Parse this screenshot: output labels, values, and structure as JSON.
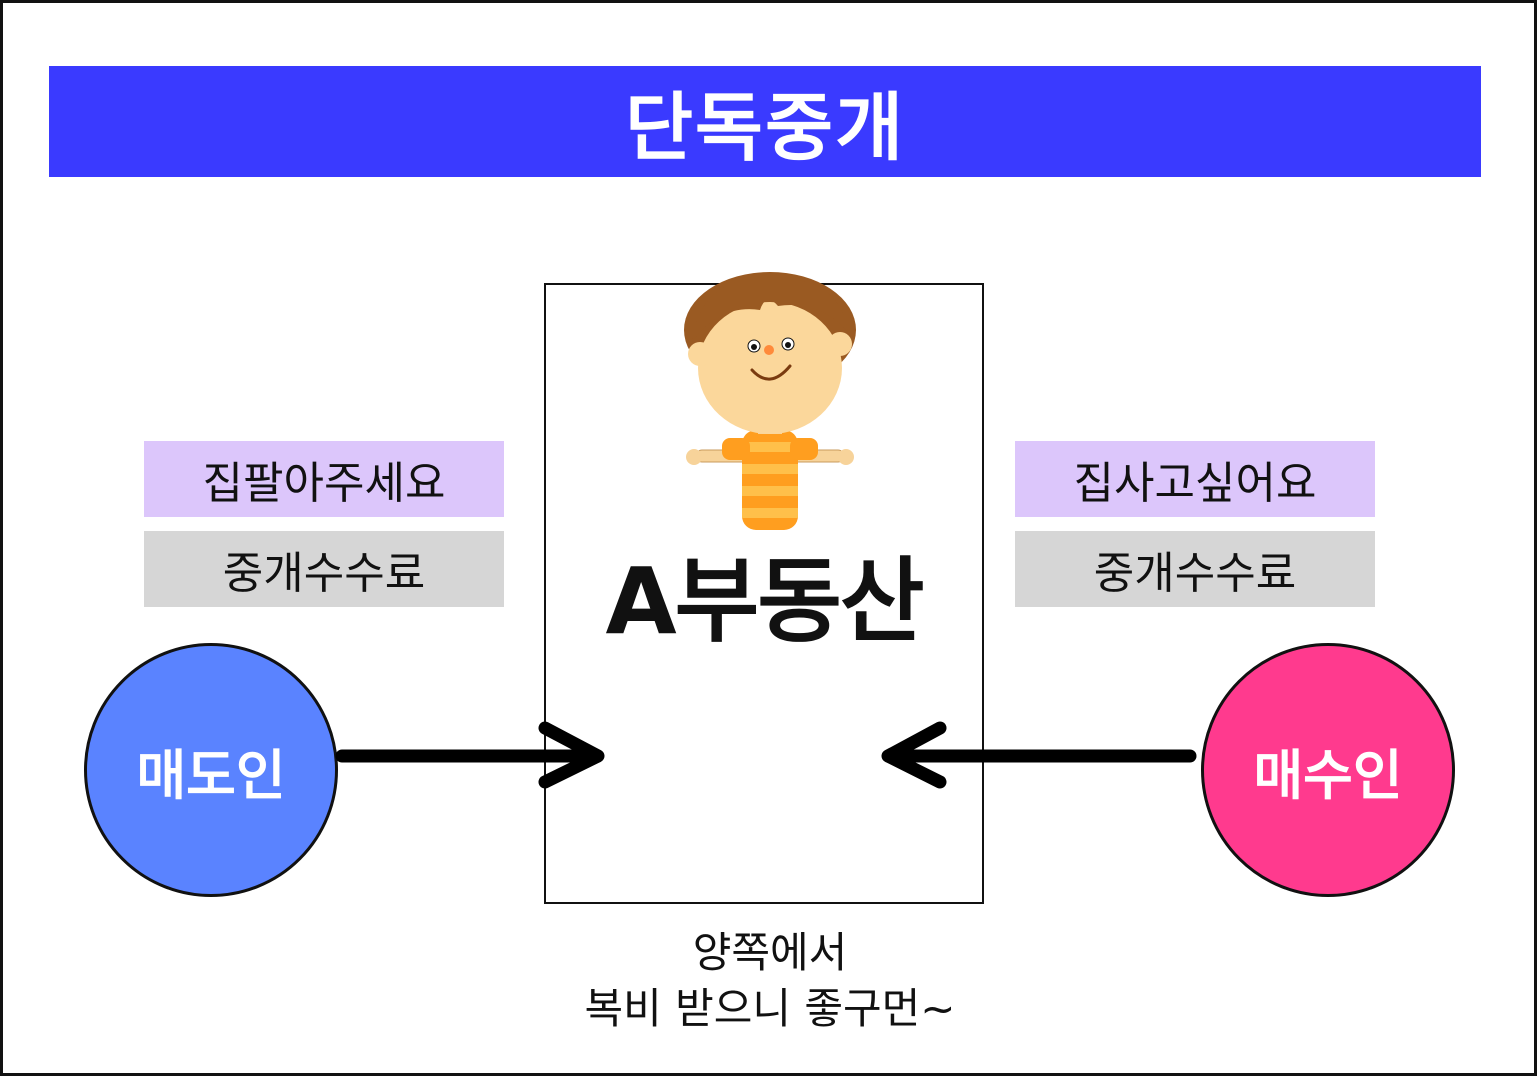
{
  "title": "단독중개",
  "agency": {
    "name": "A부동산"
  },
  "seller_side": {
    "request": "집팔아주세요",
    "fee": "중개수수료",
    "role": "매도인",
    "color": "#5a83ff"
  },
  "buyer_side": {
    "request": "집사고싶어요",
    "fee": "중개수수료",
    "role": "매수인",
    "color": "#ff3a8e"
  },
  "caption": {
    "line1": "양쪽에서",
    "line2": "복비 받으니 좋구먼~"
  },
  "colors": {
    "title_bar": "#3a3aff",
    "request_bg": "#dcc6fb",
    "fee_bg": "#d6d6d6"
  },
  "icons": {
    "agent": "smiling-agent-icon",
    "arrow_right": "arrow-right-icon",
    "arrow_left": "arrow-left-icon"
  }
}
